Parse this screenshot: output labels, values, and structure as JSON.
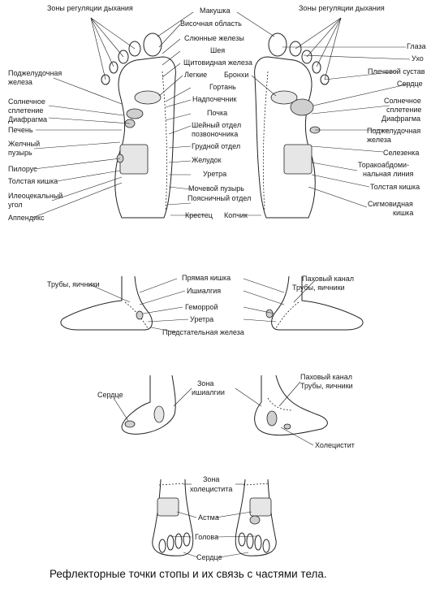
{
  "labels": {
    "resp_left": "Зоны регуляции дыхания",
    "resp_right": "Зоны регуляции дыхания",
    "crown": "Макушка",
    "temporal": "Височная область",
    "salivary": "Слюнные железы",
    "neck": "Шея",
    "thyroid": "Щитовидная железа",
    "lungs": "Легкие",
    "bronchi": "Бронхи",
    "larynx": "Гортань",
    "adrenal": "Надпочечник",
    "kidney": "Почка",
    "cervical_a": "Шейный отдел",
    "cervical_b": "позвоночника",
    "thoracic": "Грудной отдел",
    "stomach": "Желудок",
    "urethra": "Уретра",
    "bladder": "Мочевой пузырь",
    "lumbar": "Поясничный отдел",
    "sacrum": "Крестец",
    "coccyx": "Копчик",
    "pancreas_l_a": "Поджелудочная",
    "pancreas_l_b": "железа",
    "solar_l_a": "Солнечное",
    "solar_l_b": "сплетение",
    "diaphragm_l": "Диафрагма",
    "liver": "Печень",
    "gallbladder_a": "Желчный",
    "gallbladder_b": "пузырь",
    "pylorus": "Пилорус",
    "colon_l": "Толстая кишка",
    "ileocecal_a": "Илеоцекальный",
    "ileocecal_b": "угол",
    "appendix": "Аппендикс",
    "eyes": "Глаза",
    "ear": "Ухо",
    "shoulder": "Плечевой сустав",
    "heart_r": "Сердце",
    "solar_r_a": "Солнечное",
    "solar_r_b": "сплетение",
    "diaphragm_r": "Диафрагма",
    "pancreas_r_a": "Поджелудочная",
    "pancreas_r_b": "железа",
    "spleen": "Селезенка",
    "thoraco_a": "Торакоабдоми-",
    "thoraco_b": "нальная линия",
    "colon_r": "Толстая кишка",
    "sigmoid_a": "Сигмовидная",
    "sigmoid_b": "кишка",
    "tubes_l": "Трубы, яичники",
    "rectum": "Прямая кишка",
    "ischialgia": "Ишиалгия",
    "hemorrhoid": "Геморрой",
    "urethra2": "Уретра",
    "prostate": "Предстательная железа",
    "inguinal_r1": "Паховый канал",
    "tubes_r1": "Трубы, яичники",
    "heart_side": "Сердце",
    "ischialgia_zone_a": "Зона",
    "ischialgia_zone_b": "ишиалгии",
    "inguinal_r2": "Паховый канал",
    "tubes_r2": "Трубы, яичники",
    "cholecystitis": "Холецистит",
    "chol_zone_a": "Зона",
    "chol_zone_b": "холецистита",
    "asthma": "Астма",
    "head": "Голова",
    "heart_top": "Сердце"
  },
  "caption": "Рефлекторные точки стопы и их связь с частями тела."
}
